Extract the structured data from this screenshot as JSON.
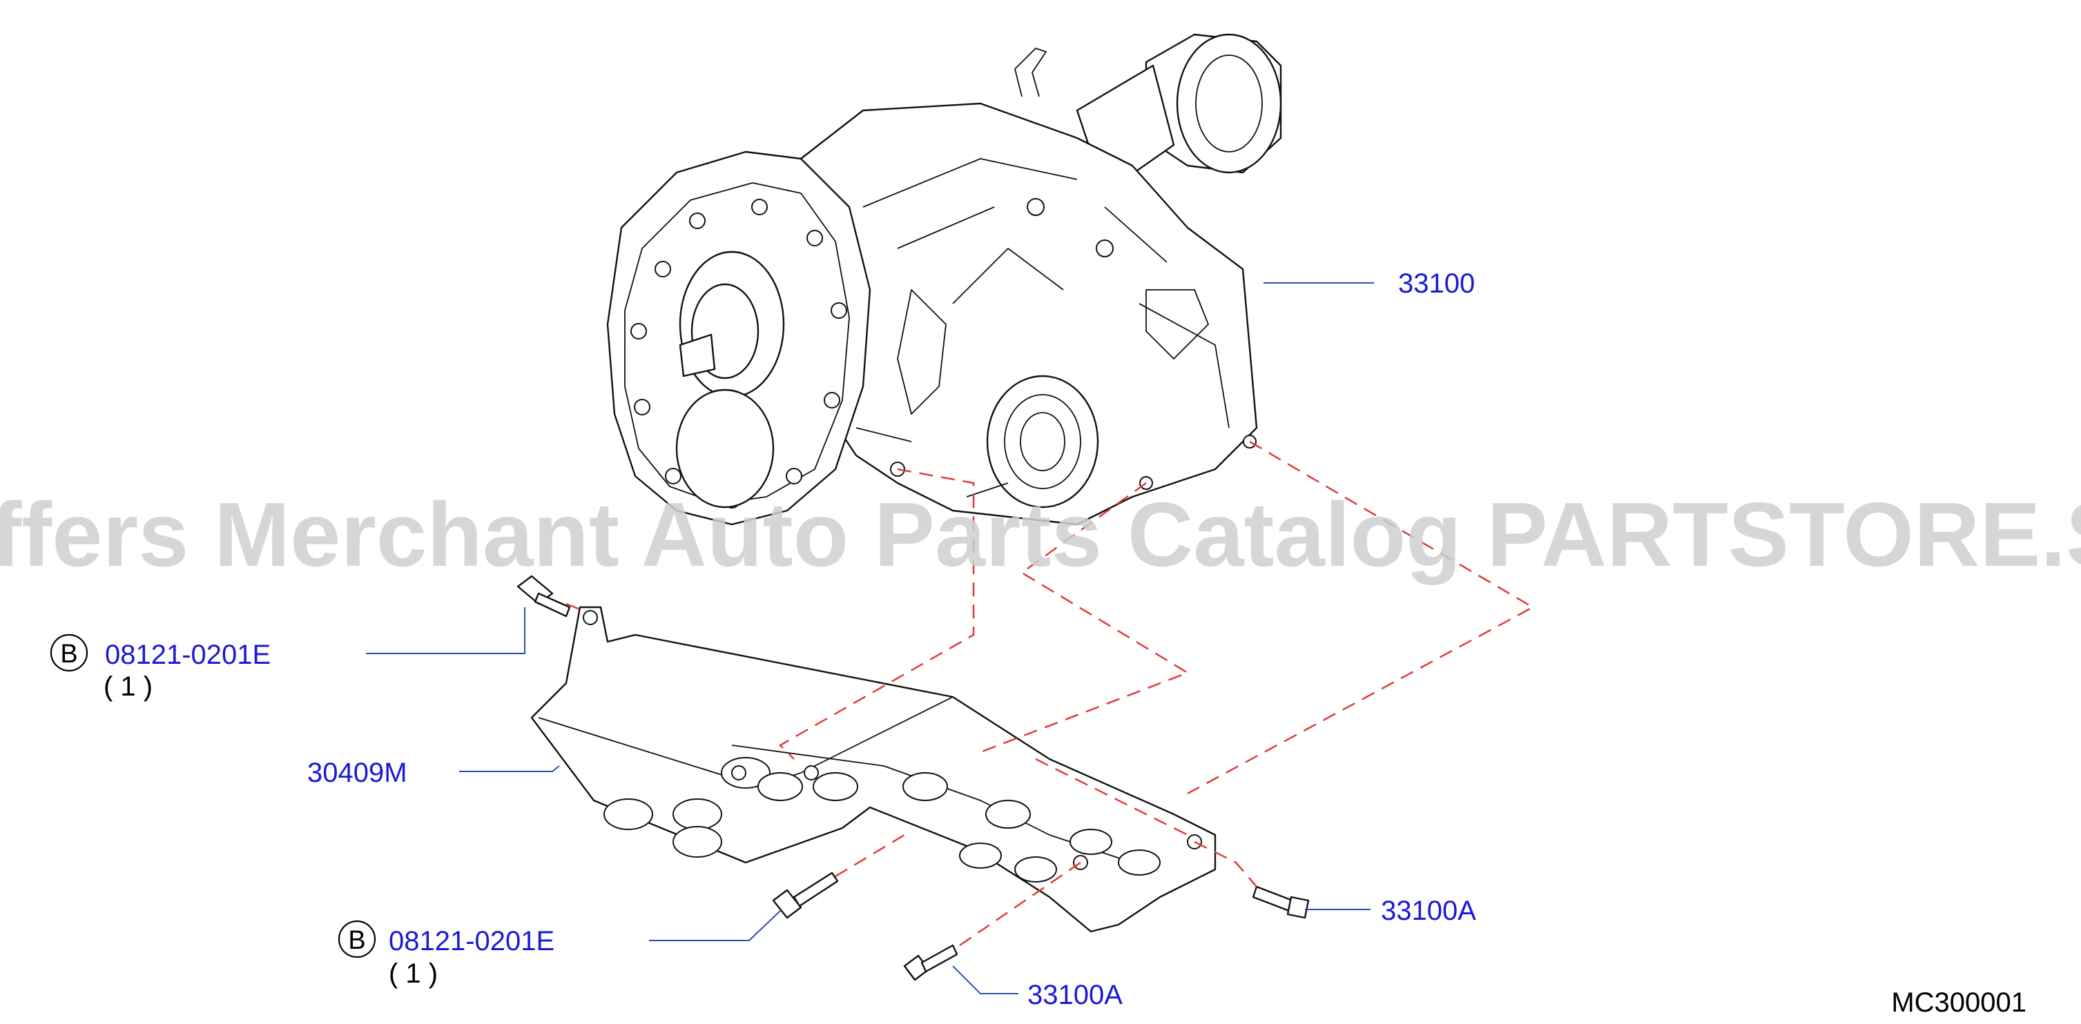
{
  "diagram_code": "MC300001",
  "watermark": "Offers Merchant Auto Parts Catalog PARTSTORE.SA",
  "callouts": {
    "transfer_assembly": {
      "part_number": "33100"
    },
    "bolt_upper": {
      "circle_letter": "B",
      "part_number": "08121-0201E",
      "quantity": "( 1 )"
    },
    "bracket": {
      "part_number": "30409M"
    },
    "bolt_lower": {
      "circle_letter": "B",
      "part_number": "08121-0201E",
      "quantity": "( 1 )"
    },
    "stud_right": {
      "part_number": "33100A"
    },
    "stud_bottom": {
      "part_number": "33100A"
    }
  },
  "colors": {
    "part_number_text": "#1a1ad6",
    "leader_line": "#2a4fb0",
    "dashed_guide": "#e23a3a",
    "watermark": "#cfcfcf"
  }
}
